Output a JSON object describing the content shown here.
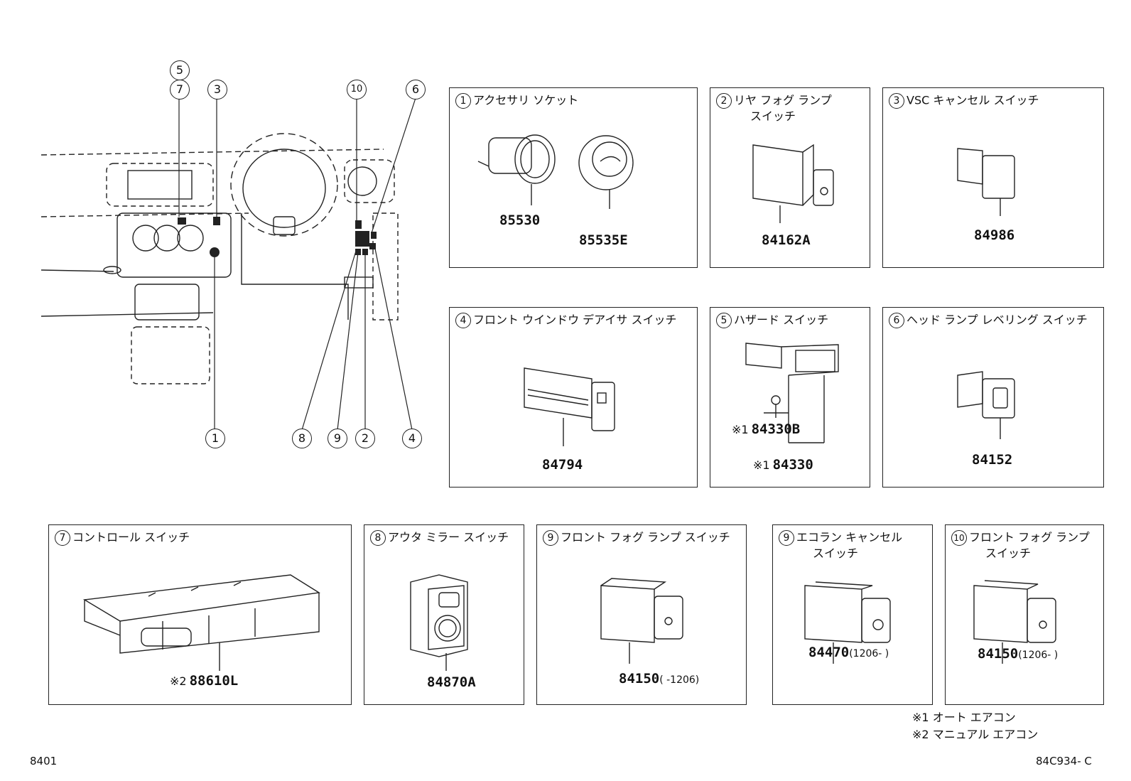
{
  "callouts": {
    "c5": "5",
    "c7": "7",
    "c3": "3",
    "c10": "10",
    "c6": "6",
    "c1": "1",
    "c8": "8",
    "c9": "9",
    "c2": "2",
    "c4": "4"
  },
  "panels": {
    "p1": {
      "num": "1",
      "title": "アクセサリ ソケット",
      "parts": [
        "85530",
        "85535E"
      ]
    },
    "p2": {
      "num": "2",
      "title": "リヤ フォグ ランプ",
      "title2": "スイッチ",
      "parts": [
        "84162A"
      ]
    },
    "p3": {
      "num": "3",
      "title": "VSC キャンセル スイッチ",
      "parts": [
        "84986"
      ]
    },
    "p4": {
      "num": "4",
      "title": "フロント ウインドウ デアイサ スイッチ",
      "parts": [
        "84794"
      ]
    },
    "p5": {
      "num": "5",
      "title": "ハザード スイッチ",
      "note": "※1",
      "parts": [
        "84330B",
        "84330"
      ]
    },
    "p6": {
      "num": "6",
      "title": "ヘッド ランプ レベリング スイッチ",
      "parts": [
        "84152"
      ]
    },
    "p7": {
      "num": "7",
      "title": "コントロール スイッチ",
      "note": "※2",
      "parts": [
        "88610L"
      ]
    },
    "p8": {
      "num": "8",
      "title": "アウタ ミラー スイッチ",
      "parts": [
        "84870A"
      ]
    },
    "p9a": {
      "num": "9",
      "title": "フロント フォグ ランプ スイッチ",
      "parts": [
        "84150"
      ],
      "range": "(          -1206)"
    },
    "p9b": {
      "num": "9",
      "title": "エコラン キャンセル",
      "title2": "スイッチ",
      "parts": [
        "84470"
      ],
      "range": "(1206-          )"
    },
    "p10": {
      "num": "10",
      "title": "フロント フォグ ランプ",
      "title2": "スイッチ",
      "parts": [
        "84150"
      ],
      "range": "(1206-          )"
    }
  },
  "legend": [
    {
      "mark": "※1",
      "text": "オート エアコン"
    },
    {
      "mark": "※2",
      "text": "マニュアル エアコン"
    }
  ],
  "footer": {
    "left": "8401",
    "right": "84C934- C"
  }
}
